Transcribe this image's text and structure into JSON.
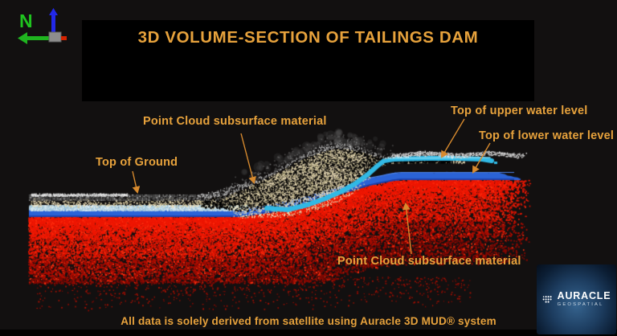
{
  "header": {
    "title": "3D VOLUME-SECTION OF TAILINGS DAM"
  },
  "compass": {
    "north_label": "N"
  },
  "annotations": {
    "subsurface_top": "Point Cloud subsurface material",
    "top_of_ground": "Top of Ground",
    "upper_water": "Top of upper water level",
    "lower_water": "Top of lower water level",
    "subsurface_bottom": "Point Cloud subsurface material"
  },
  "footer": {
    "disclaimer": "All data is solely derived from satellite using Auracle 3D MUD® system"
  },
  "logo": {
    "brand": "AURACLE",
    "sub_brand": "GEOSPATIAL"
  },
  "colors": {
    "accent": "#e7a23c",
    "leader_line": "#d78a2e",
    "ground_surface_gray": "#4a4a4a",
    "ground_surface_white": "#e8e8e8",
    "subsurface_material_cream": "#f4e5bf",
    "upper_water_cyan": "#31b9e5",
    "lower_water_blue": "#2b63d6",
    "subsurface_deep_red": "#e51400",
    "north_axis_green": "#1fb41f",
    "vertical_axis_blue": "#2228e8",
    "east_axis_red": "#d42300"
  },
  "layers": [
    {
      "label": "Top of Ground",
      "color": "#4a4a4a"
    },
    {
      "label": "Point Cloud subsurface material (dam body)",
      "color": "#f4e5bf"
    },
    {
      "label": "Top of upper water level",
      "color": "#31b9e5"
    },
    {
      "label": "Top of lower water level",
      "color": "#2b63d6"
    },
    {
      "label": "Point Cloud subsurface material (deep)",
      "color": "#e51400"
    }
  ]
}
